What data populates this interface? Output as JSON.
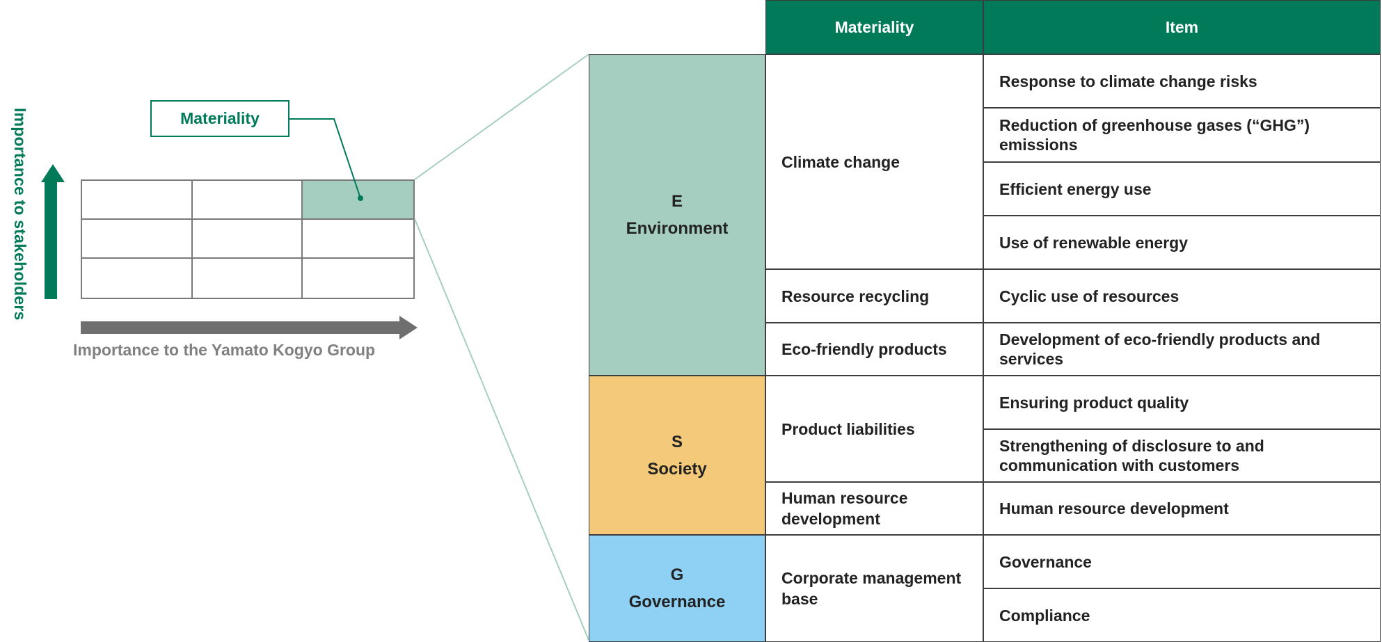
{
  "left_diagram": {
    "y_axis_label": "Importance to stakeholders",
    "x_axis_label": "Importance to the Yamato Kogyo Group",
    "callout_label": "Materiality",
    "highlighted_cell": {
      "row": 1,
      "col": 3
    },
    "colors": {
      "green": "#007a58",
      "highlight": "#a6cec0",
      "grid": "#7a7a7a",
      "arrow_gray": "#6f6f6f"
    }
  },
  "table": {
    "headers": {
      "materiality": "Materiality",
      "item": "Item"
    },
    "colors": {
      "header_bg": "#007a58",
      "environment": "#a6cec0",
      "society": "#f5c97a",
      "governance": "#8fd1f4"
    },
    "categories": [
      {
        "letter": "E",
        "name": "Environment"
      },
      {
        "letter": "S",
        "name": "Society"
      },
      {
        "letter": "G",
        "name": "Governance"
      }
    ],
    "materialities": [
      "Climate change",
      "Resource recycling",
      "Eco-friendly products",
      "Product liabilities",
      "Human resource development",
      "Corporate management base"
    ],
    "items": [
      "Response to climate change risks",
      "Reduction of greenhouse gases (“GHG”) emissions",
      "Efficient energy use",
      "Use of renewable energy",
      "Cyclic use of resources",
      "Development of eco-friendly products and services",
      "Ensuring product quality",
      "Strengthening of disclosure to and communication with customers",
      "Human resource development",
      "Governance",
      "Compliance"
    ]
  }
}
